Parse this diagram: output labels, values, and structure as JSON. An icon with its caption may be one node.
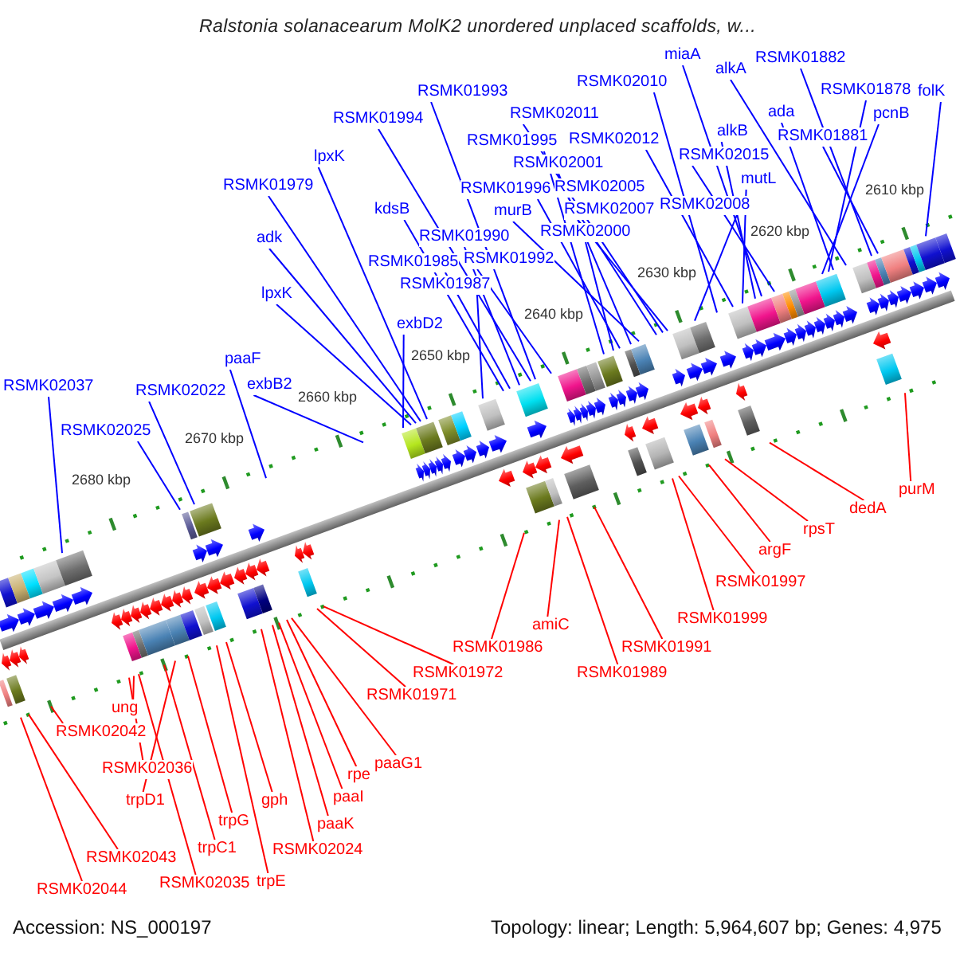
{
  "diagram": {
    "title": "Ralstonia solanacearum MolK2 unordered unplaced scaffolds, w...",
    "nodes": [
      {
        "text": [
          "miaA"
        ]
      },
      {
        "text": [
          "RSMK01882"
        ]
      },
      {
        "text": [
          "alkA"
        ]
      },
      {
        "text": [
          "RSMK02010"
        ]
      },
      {
        "text": [
          "RSMK01878"
        ]
      },
      {
        "text": [
          "RSMK01993"
        ]
      },
      {
        "text": [
          "folK"
        ]
      },
      {
        "text": [
          "RSMK02011"
        ]
      },
      {
        "text": [
          "ada"
        ]
      },
      {
        "text": [
          "pcnB"
        ]
      },
      {
        "text": [
          "RSMK01994"
        ]
      },
      {
        "text": [
          "RSMK02012"
        ]
      },
      {
        "text": [
          "alkB"
        ]
      },
      {
        "text": [
          "RSMK01881"
        ]
      },
      {
        "text": [
          "RSMK02001"
        ]
      },
      {
        "text": [
          "RSMK02015"
        ]
      },
      {
        "text": [
          "lpxK"
        ]
      },
      {
        "text": [
          "RSMK02005"
        ]
      },
      {
        "text": [
          "RSMK01995"
        ]
      },
      {
        "text": [
          "RSMK02007"
        ]
      },
      {
        "text": [
          "mutL"
        ]
      },
      {
        "text": [
          "RSMK01979"
        ]
      },
      {
        "text": [
          "RSMK01996"
        ]
      },
      {
        "text": [
          "RSMK02008"
        ]
      },
      {
        "text": [
          "kdsB"
        ]
      },
      {
        "text": [
          "murB"
        ]
      },
      {
        "text": [
          "RSMK01990"
        ]
      },
      {
        "text": [
          "RSMK02000"
        ]
      },
      {
        "text": [
          "adk"
        ]
      },
      {
        "text": [
          "RSMK01992"
        ]
      },
      {
        "text": [
          "RSMK01985"
        ]
      },
      {
        "text": [
          "RSMK01987"
        ]
      },
      {
        "text": [
          "lpxK"
        ]
      },
      {
        "text": [
          "exbD2"
        ]
      },
      {
        "text": [
          "exbB2"
        ]
      },
      {
        "text": [
          "paaF"
        ]
      },
      {
        "text": [
          "RSMK02037"
        ]
      },
      {
        "text": [
          "RSMK02022"
        ]
      },
      {
        "text": [
          "RSMK02025"
        ]
      },
      {
        "text": [
          "purM"
        ]
      },
      {
        "text": [
          "dedA"
        ]
      },
      {
        "text": [
          "rpsT"
        ]
      },
      {
        "text": [
          "argF"
        ]
      },
      {
        "text": [
          "RSMK01997"
        ]
      },
      {
        "text": [
          "RSMK01999"
        ]
      },
      {
        "text": [
          "amiC"
        ]
      },
      {
        "text": [
          "RSMK01991"
        ]
      },
      {
        "text": [
          "RSMK01986"
        ]
      },
      {
        "text": [
          "RSMK01989"
        ]
      },
      {
        "text": [
          "RSMK01972"
        ]
      },
      {
        "text": [
          "RSMK01971"
        ]
      },
      {
        "text": [
          "paaG1"
        ]
      },
      {
        "text": [
          "RSMK02036"
        ]
      },
      {
        "text": [
          "rpe"
        ]
      },
      {
        "text": [
          "paaI"
        ]
      },
      {
        "text": [
          "trpD1"
        ]
      },
      {
        "text": [
          "gph"
        ]
      },
      {
        "text": [
          "ung"
        ]
      },
      {
        "text": [
          "trpG"
        ]
      },
      {
        "text": [
          "paaK"
        ]
      },
      {
        "text": [
          "RSMK02042"
        ]
      },
      {
        "text": [
          "trpC1"
        ]
      },
      {
        "text": [
          "RSMK02024"
        ]
      },
      {
        "text": [
          "RSMK02043"
        ]
      },
      {
        "text": [
          "RSMK02035"
        ]
      },
      {
        "text": [
          "trpE"
        ]
      },
      {
        "text": [
          "RSMK02044"
        ]
      }
    ],
    "edges": [
      {
        "from": 0,
        "to": null,
        "arrow": "none"
      },
      {
        "from": 1,
        "to": null,
        "arrow": "none"
      },
      {
        "from": 2,
        "to": null,
        "arrow": "none"
      },
      {
        "from": 3,
        "to": null,
        "arrow": "none"
      },
      {
        "from": 4,
        "to": null,
        "arrow": "none"
      },
      {
        "from": 5,
        "to": null,
        "arrow": "none"
      },
      {
        "from": 6,
        "to": null,
        "arrow": "none"
      },
      {
        "from": 7,
        "to": null,
        "arrow": "none"
      },
      {
        "from": 8,
        "to": null,
        "arrow": "none"
      },
      {
        "from": 9,
        "to": null,
        "arrow": "none"
      },
      {
        "from": 10,
        "to": null,
        "arrow": "none"
      },
      {
        "from": 11,
        "to": null,
        "arrow": "none"
      },
      {
        "from": 12,
        "to": null,
        "arrow": "none"
      },
      {
        "from": 13,
        "to": null,
        "arrow": "none"
      },
      {
        "from": 14,
        "to": null,
        "arrow": "none"
      },
      {
        "from": 15,
        "to": null,
        "arrow": "none"
      },
      {
        "from": 16,
        "to": null,
        "arrow": "none"
      },
      {
        "from": 17,
        "to": null,
        "arrow": "none"
      },
      {
        "from": 18,
        "to": null,
        "arrow": "none"
      },
      {
        "from": 19,
        "to": null,
        "arrow": "none"
      },
      {
        "from": 20,
        "to": null,
        "arrow": "none"
      },
      {
        "from": 21,
        "to": null,
        "arrow": "none"
      },
      {
        "from": 22,
        "to": null,
        "arrow": "none"
      },
      {
        "from": 23,
        "to": null,
        "arrow": "none"
      },
      {
        "from": 24,
        "to": null,
        "arrow": "none"
      },
      {
        "from": 25,
        "to": null,
        "arrow": "none"
      },
      {
        "from": 26,
        "to": null,
        "arrow": "none"
      },
      {
        "from": 27,
        "to": null,
        "arrow": "none"
      },
      {
        "from": 28,
        "to": null,
        "arrow": "none"
      },
      {
        "from": 29,
        "to": null,
        "arrow": "none"
      },
      {
        "from": 30,
        "to": null,
        "arrow": "none"
      },
      {
        "from": 31,
        "to": null,
        "arrow": "none"
      },
      {
        "from": 32,
        "to": null,
        "arrow": "none"
      },
      {
        "from": 33,
        "to": null,
        "arrow": "none"
      },
      {
        "from": 34,
        "to": null,
        "arrow": "none"
      },
      {
        "from": 35,
        "to": null,
        "arrow": "none"
      },
      {
        "from": 36,
        "to": null,
        "arrow": "none"
      },
      {
        "from": 37,
        "to": null,
        "arrow": "none"
      },
      {
        "from": 38,
        "to": null,
        "arrow": "none"
      },
      {
        "from": 39,
        "to": null,
        "arrow": "none",
        "color": "#ff0000"
      },
      {
        "from": 40,
        "to": null,
        "arrow": "none",
        "color": "#ff0000"
      },
      {
        "from": 41,
        "to": null,
        "arrow": "none",
        "color": "#ff0000"
      },
      {
        "from": 42,
        "to": null,
        "arrow": "none",
        "color": "#ff0000"
      },
      {
        "from": 43,
        "to": null,
        "arrow": "none",
        "color": "#ff0000"
      },
      {
        "from": 44,
        "to": null,
        "arrow": "none",
        "color": "#ff0000"
      },
      {
        "from": 45,
        "to": null,
        "arrow": "none",
        "color": "#ff0000"
      },
      {
        "from": 46,
        "to": null,
        "arrow": "none",
        "color": "#ff0000"
      },
      {
        "from": 47,
        "to": null,
        "arrow": "none",
        "color": "#ff0000"
      },
      {
        "from": 48,
        "to": null,
        "arrow": "none",
        "color": "#ff0000"
      },
      {
        "from": 49,
        "to": null,
        "arrow": "none",
        "color": "#ff0000"
      },
      {
        "from": 50,
        "to": null,
        "arrow": "none",
        "color": "#ff0000"
      },
      {
        "from": 51,
        "to": null,
        "arrow": "none",
        "color": "#ff0000"
      },
      {
        "from": 52,
        "to": null,
        "arrow": "none",
        "color": "#ff0000"
      },
      {
        "from": 53,
        "to": null,
        "arrow": "none",
        "color": "#ff0000"
      },
      {
        "from": 54,
        "to": null,
        "arrow": "none",
        "color": "#ff0000"
      },
      {
        "from": 55,
        "to": null,
        "arrow": "none",
        "color": "#ff0000"
      },
      {
        "from": 56,
        "to": null,
        "arrow": "none",
        "color": "#ff0000"
      },
      {
        "from": 57,
        "to": null,
        "arrow": "none",
        "color": "#ff0000"
      },
      {
        "from": 58,
        "to": null,
        "arrow": "none",
        "color": "#ff0000"
      },
      {
        "from": 59,
        "to": null,
        "arrow": "none",
        "color": "#ff0000"
      },
      {
        "from": 60,
        "to": null,
        "arrow": "none",
        "color": "#ff0000"
      },
      {
        "from": 61,
        "to": null,
        "arrow": "none",
        "color": "#ff0000"
      },
      {
        "from": 62,
        "to": null,
        "arrow": "none",
        "color": "#ff0000"
      },
      {
        "from": 63,
        "to": null,
        "arrow": "none",
        "color": "#ff0000"
      },
      {
        "from": 64,
        "to": null,
        "arrow": "none",
        "color": "#ff0000"
      },
      {
        "from": 65,
        "to": null,
        "arrow": "none",
        "color": "#ff0000"
      },
      {
        "from": 66,
        "to": null,
        "arrow": "none",
        "color": "#ff0000"
      }
    ],
    "labels": [
      "2610 kbp",
      "2620 kbp",
      "2630 kbp",
      "2640 kbp",
      "2650 kbp",
      "2660 kbp",
      "2670 kbp",
      "2680 kbp",
      "Accession: NS_000197",
      "Topology: linear; Length: 5,964,607 bp; Genes: 4,975"
    ]
  }
}
